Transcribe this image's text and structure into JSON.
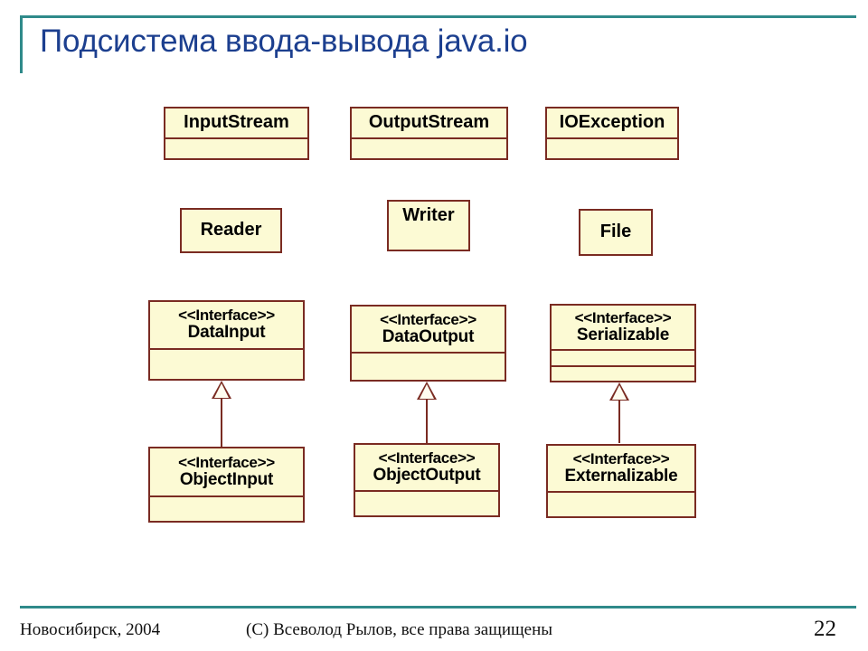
{
  "slide": {
    "title": "Подсистема ввода-вывода java.io",
    "title_color": "#1c3f8f",
    "accent_color": "#2f8a8a",
    "box_fill": "#fcfad4",
    "box_border": "#7a2b22"
  },
  "diagram": {
    "type": "uml-class-diagram",
    "stereotype_label": "<<Interface>>",
    "classes": [
      {
        "id": "inputstream",
        "name": "InputStream",
        "stereotype": "",
        "compartments": 2,
        "row": 1
      },
      {
        "id": "outputstream",
        "name": "OutputStream",
        "stereotype": "",
        "compartments": 2,
        "row": 1
      },
      {
        "id": "ioexception",
        "name": "IOException",
        "stereotype": "",
        "compartments": 2,
        "row": 1
      },
      {
        "id": "reader",
        "name": "Reader",
        "stereotype": "",
        "compartments": 1,
        "row": 2
      },
      {
        "id": "writer",
        "name": "Writer",
        "stereotype": "",
        "compartments": 1,
        "row": 2
      },
      {
        "id": "file",
        "name": "File",
        "stereotype": "",
        "compartments": 1,
        "row": 2
      },
      {
        "id": "datainput",
        "name": "DataInput",
        "stereotype": "<<Interface>>",
        "compartments": 2,
        "row": 3
      },
      {
        "id": "dataoutput",
        "name": "DataOutput",
        "stereotype": "<<Interface>>",
        "compartments": 2,
        "row": 3
      },
      {
        "id": "serializable",
        "name": "Serializable",
        "stereotype": "<<Interface>>",
        "compartments": 3,
        "row": 3
      },
      {
        "id": "objectinput",
        "name": "ObjectInput",
        "stereotype": "<<Interface>>",
        "compartments": 2,
        "row": 4
      },
      {
        "id": "objectoutput",
        "name": "ObjectOutput",
        "stereotype": "<<Interface>>",
        "compartments": 2,
        "row": 4
      },
      {
        "id": "externalizable",
        "name": "Externalizable",
        "stereotype": "<<Interface>>",
        "compartments": 2,
        "row": 4
      }
    ],
    "generalizations": [
      {
        "from": "objectinput",
        "to": "datainput"
      },
      {
        "from": "objectoutput",
        "to": "dataoutput"
      },
      {
        "from": "externalizable",
        "to": "serializable"
      }
    ]
  },
  "footer": {
    "left": "Новосибирск, 2004",
    "center": "(C)  Всеволод Рылов, все права защищены",
    "page_number": "22"
  }
}
